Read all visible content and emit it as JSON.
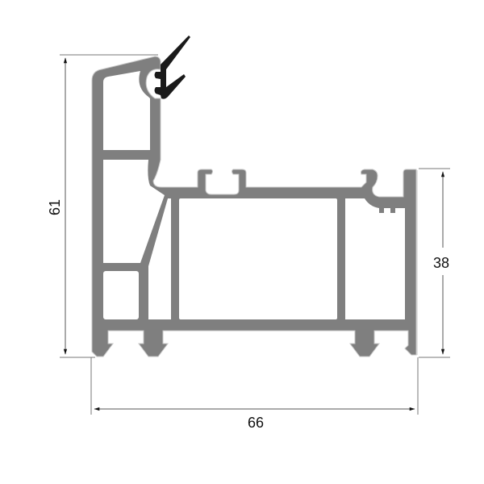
{
  "drawing": {
    "subject": "window frame profile cross-section",
    "colors": {
      "profile_fill": "#7f7f7f",
      "profile_edge": "#bfbfbf",
      "gasket_fill": "#1a1a1a",
      "dimension_line": "#555555",
      "background": "#ffffff"
    },
    "dimensions": {
      "height_total": {
        "value": "61",
        "orientation": "vertical",
        "side": "left"
      },
      "height_right": {
        "value": "38",
        "orientation": "vertical",
        "side": "right"
      },
      "width_total": {
        "value": "66",
        "orientation": "horizontal",
        "side": "bottom"
      }
    }
  }
}
